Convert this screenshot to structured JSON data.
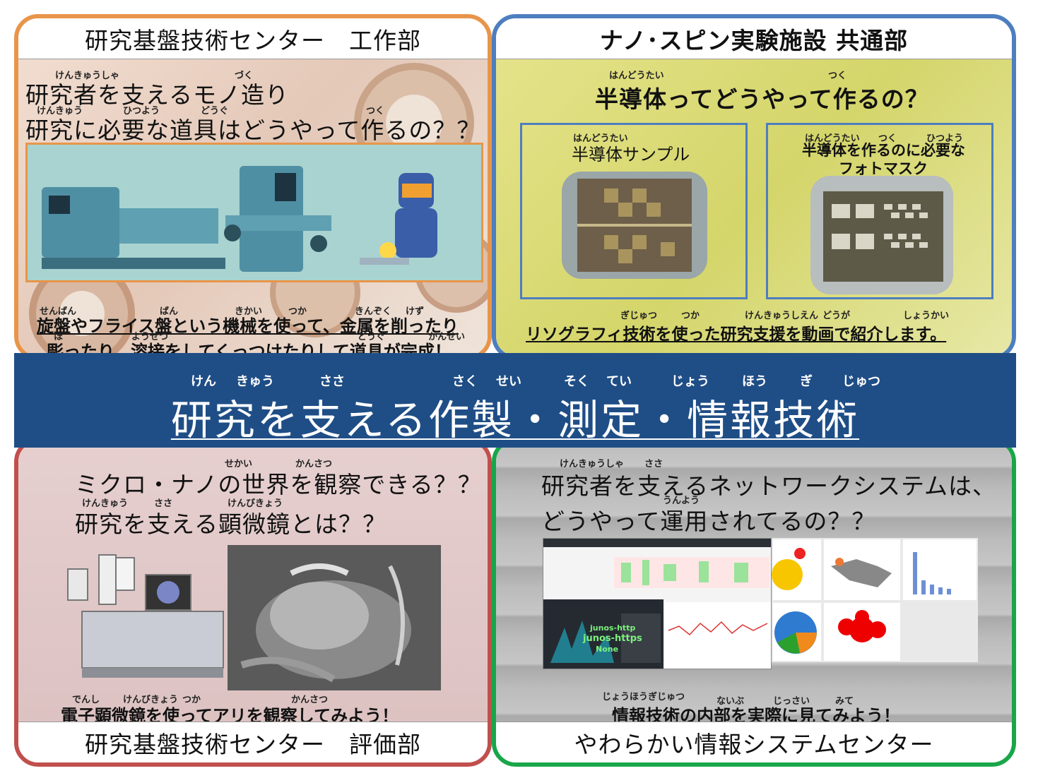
{
  "top_left": {
    "header": "研究基盤技術センター　工作部",
    "ruby_line1": [
      "けんきゅうしゃ",
      "づく"
    ],
    "line1": "研究者を支えるモノ造り",
    "ruby_line2": [
      "けんきゅう",
      "ひつよう",
      "どうぐ",
      "つく"
    ],
    "line2": "研究に必要な道具はどうやって作るの？？",
    "ruby_cap1": [
      "せんばん",
      "ばん",
      "きかい",
      "つか",
      "きんぞく",
      "けず"
    ],
    "caption1": "旋盤やフライス盤という機械を使って、金属を削ったり",
    "ruby_cap2": [
      "ほ",
      "ようせつ",
      "どうぐ",
      "かんせい"
    ],
    "caption2": "彫ったり、溶接をしてくっつけたりして道具が完成！"
  },
  "top_right": {
    "header": "ナノ･スピン実験施設  共通部",
    "ruby_line1": [
      "はんどうたい",
      "つく"
    ],
    "line1": "半導体ってどうやって作るの？",
    "sample_ruby": "はんどうたい",
    "sample_label": "半導体サンプル",
    "mask_ruby": [
      "はんどうたい",
      "つく",
      "ひつよう"
    ],
    "mask_label_1": "半導体を作るのに必要な",
    "mask_label_2": "フォトマスク",
    "ruby_cap": [
      "ぎじゅつ",
      "つか",
      "けんきゅうしえん",
      "どうが",
      "しょうかい"
    ],
    "caption": "リソグラフィ技術を使った研究支援を動画で紹介します。"
  },
  "banner": {
    "ruby": [
      "けん",
      "きゅう",
      "ささ",
      "さく",
      "せい",
      "そく",
      "てい",
      "じょう",
      "ほう",
      "ぎ",
      "じゅつ"
    ],
    "title": "研究を支える作製・測定・情報技術"
  },
  "bottom_left": {
    "ruby_line1": [
      "せかい",
      "かんさつ"
    ],
    "line1": "ミクロ・ナノの世界を観察できる？？",
    "ruby_line2": [
      "けんきゅう",
      "ささ",
      "けんびきょう"
    ],
    "line2": "研究を支える顕微鏡とは？？",
    "ruby_cap": [
      "でんし",
      "けんびきょう",
      "つか",
      "かんさつ"
    ],
    "caption": "電子顕微鏡を使ってアリを観察してみよう！",
    "footer": "研究基盤技術センター　評価部"
  },
  "bottom_right": {
    "ruby_line1": [
      "けんきゅうしゃ",
      "ささ"
    ],
    "line1": "研究者を支えるネットワークシステムは、",
    "ruby_line2": [
      "うんよう"
    ],
    "line2": "どうやって運用されてるの？？",
    "dashboard_text": [
      "junos-http",
      "junos-https",
      "None"
    ],
    "ruby_cap": [
      "じょうほうぎじゅつ",
      "ないぶ",
      "じっさい",
      "みて"
    ],
    "caption": "情報技術の内部を実際に見てみよう！",
    "footer": "やわらかい情報システムセンター"
  },
  "colors": {
    "orange_frame": "#e8954a",
    "blue_frame": "#4d7ebf",
    "red_frame": "#c0504d",
    "green_frame": "#19a64a",
    "banner": "#1f4e86"
  }
}
